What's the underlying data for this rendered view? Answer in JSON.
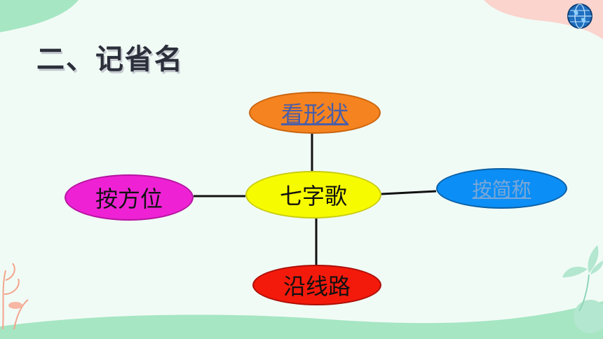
{
  "slide": {
    "title": "二、记省名"
  },
  "diagram": {
    "center": "七字歌",
    "top": "看形状",
    "left": "按方位",
    "right": "按简称",
    "bottom": "沿线路"
  },
  "colors": {
    "background": "#f1fbf6",
    "top_node": "#f5831f",
    "center_node": "#f7fb00",
    "left_node": "#ee22d4",
    "right_node": "#0b8ef5",
    "bottom_node": "#f31a0c",
    "connector": "#111111"
  },
  "icons": {
    "corner_logo": "globe-icon"
  }
}
